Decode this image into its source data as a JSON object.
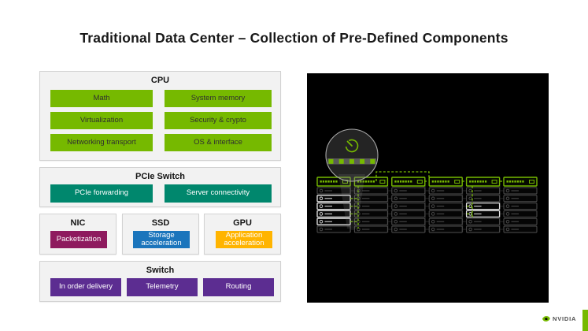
{
  "title": "Traditional Data Center – Collection of Pre-Defined Components",
  "panels": {
    "cpu": {
      "header": "CPU",
      "items": [
        "Math",
        "System memory",
        "Virtualization",
        "Security & crypto",
        "Networking transport",
        "OS & interface"
      ],
      "item_color": "#76b900"
    },
    "pcie": {
      "header": "PCIe Switch",
      "items": [
        "PCIe forwarding",
        "Server connectivity"
      ],
      "item_color": "#00876d"
    },
    "nic": {
      "header": "NIC",
      "items": [
        "Packetization"
      ],
      "item_color": "#8e1a5e"
    },
    "ssd": {
      "header": "SSD",
      "items": [
        "Storage acceleration"
      ],
      "item_color": "#1b75bc"
    },
    "gpu": {
      "header": "GPU",
      "items": [
        "Application acceleration"
      ],
      "item_color": "#ffb400"
    },
    "switch": {
      "header": "Switch",
      "items": [
        "In order delivery",
        "Telemetry",
        "Routing"
      ],
      "item_color": "#5c2d91"
    }
  },
  "diagram": {
    "background": "#000000",
    "green": "#76b900",
    "dim_stroke": "#4f4f4f",
    "grid_stroke": "#262626",
    "highlight_stroke": "#e6e6e6",
    "racks": 6,
    "servers_per_rack": 6,
    "highlighted_servers": [
      {
        "rack": 0,
        "rows": [
          1,
          2,
          3,
          4
        ]
      },
      {
        "rack": 4,
        "rows": [
          2,
          3
        ]
      }
    ],
    "magnifier_icon": "gauge-icon"
  },
  "footer": {
    "brand": "NVIDIA",
    "accent_color": "#76b900"
  }
}
